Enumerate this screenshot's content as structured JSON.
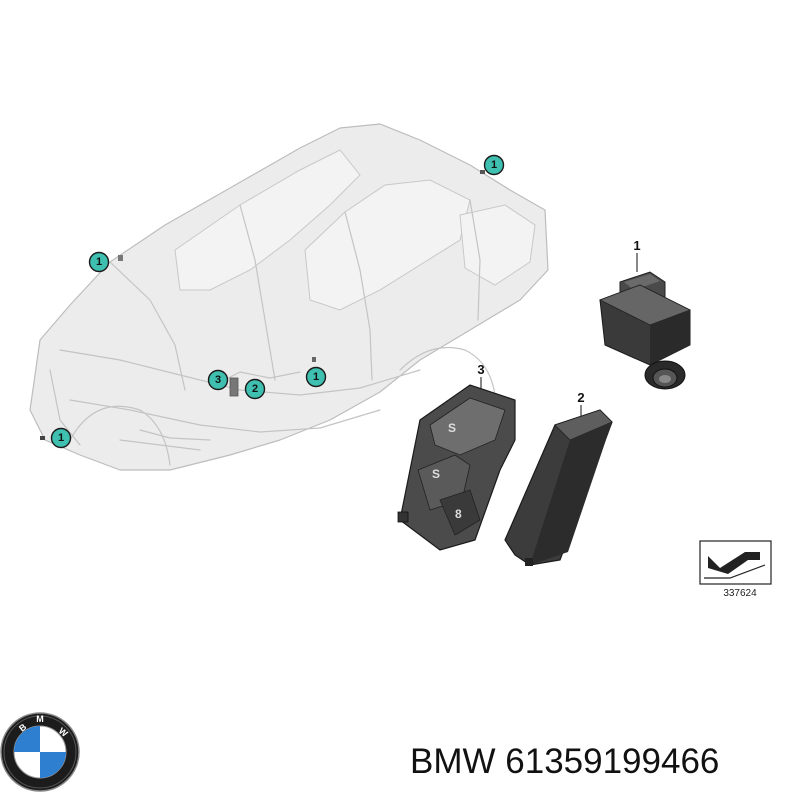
{
  "callouts": {
    "roof_rear": "1",
    "a_pillar": "1",
    "b_pillar": "1",
    "front_lower": "1",
    "center_left": "3",
    "center_right": "2"
  },
  "parts": {
    "camera_label": "1",
    "control_unit_label": "2",
    "bracket_label": "3"
  },
  "reference_number": "337624",
  "brand_text": "BMW 61359199466",
  "logo_icon": "bmw-roundel-icon",
  "colors": {
    "callout_fill": "#3fbfb0",
    "frame_gray": "#ececec",
    "part_dark": "#3a3a3a",
    "logo_blue": "#2f7fd0"
  }
}
